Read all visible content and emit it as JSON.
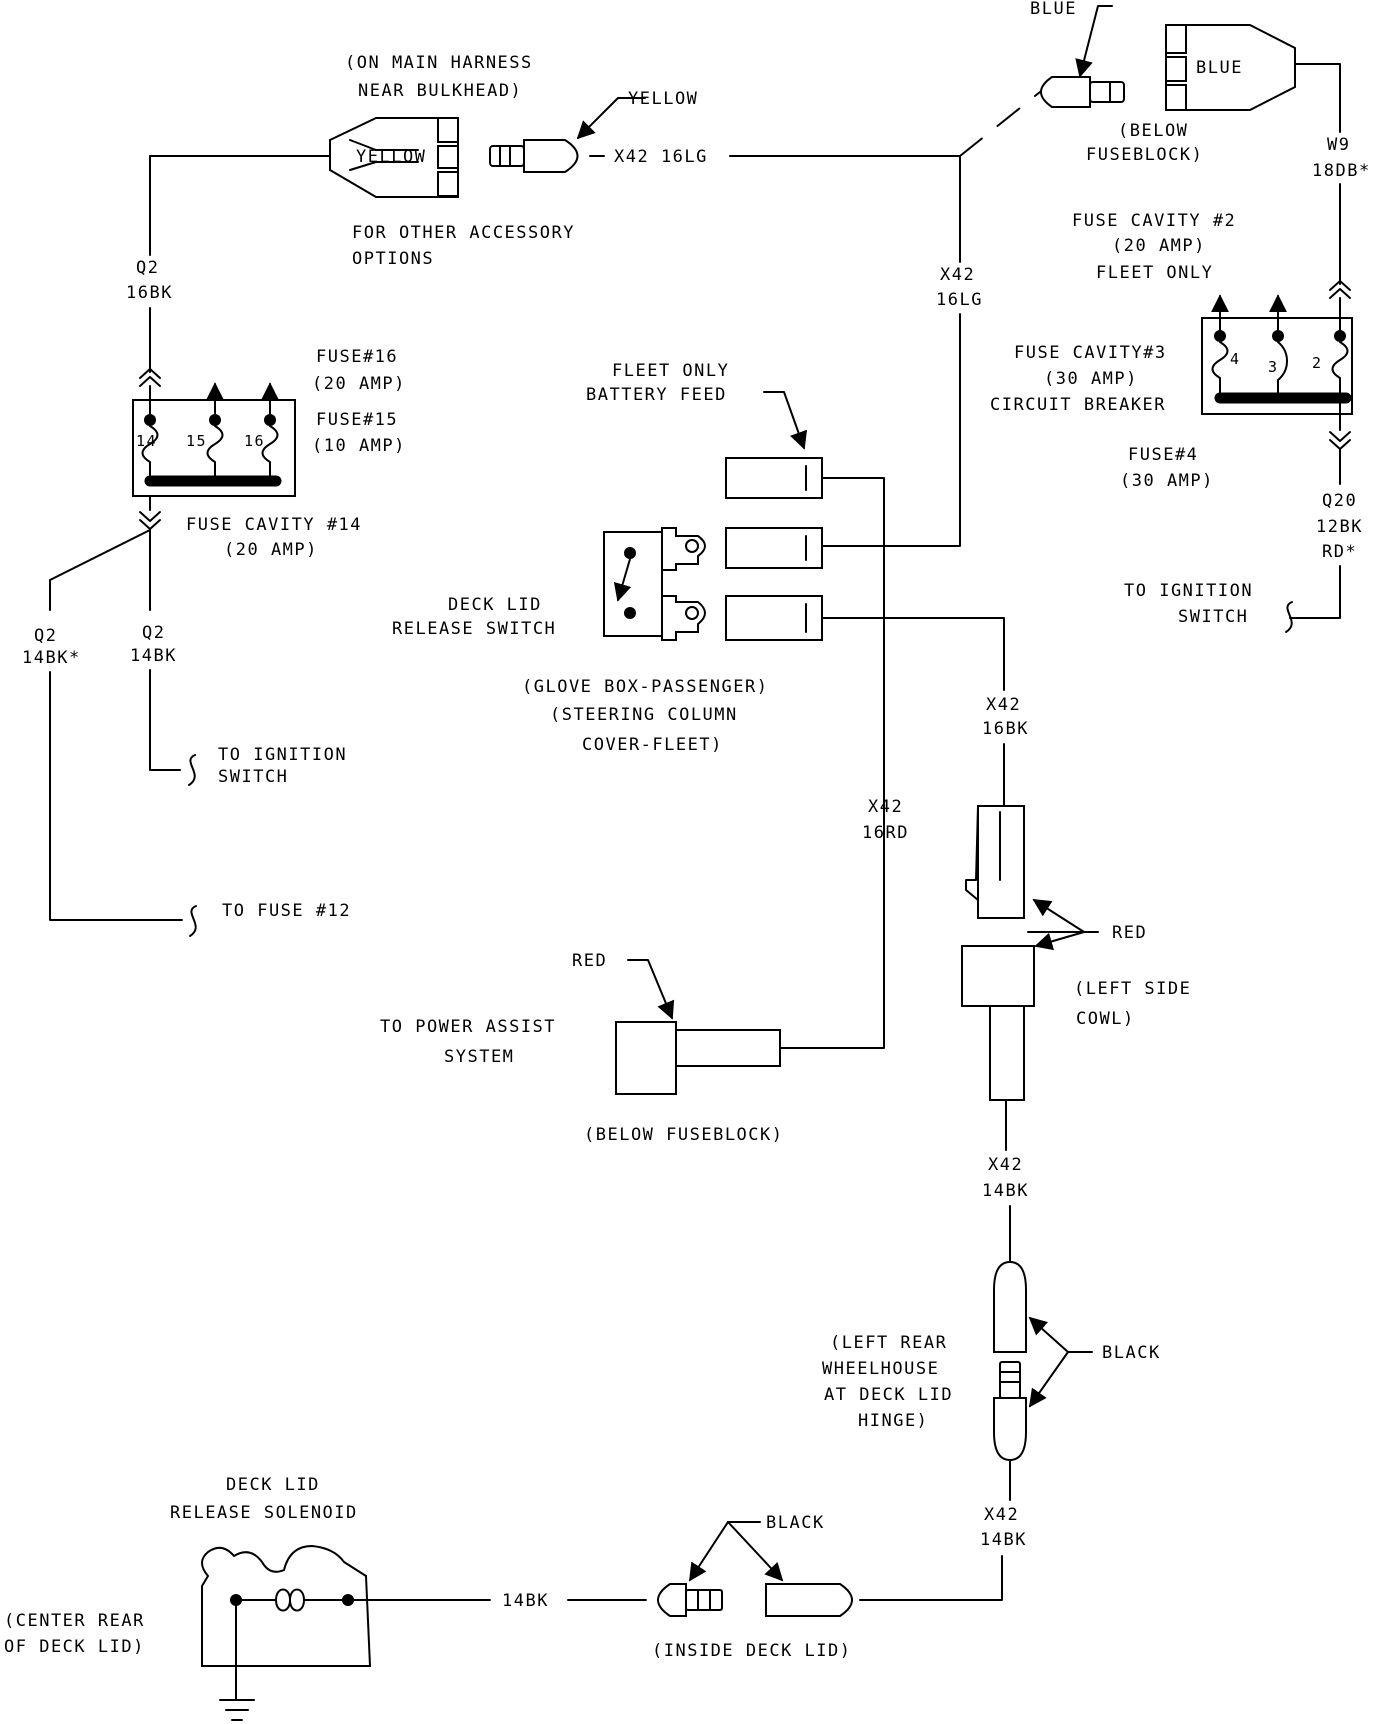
{
  "top_left": {
    "harness_note_1": "(ON MAIN HARNESS",
    "harness_note_2": "NEAR BULKHEAD)",
    "connector_color": "YELLOW",
    "callout_color": "YELLOW",
    "wire_label": "X42 16LG",
    "other_options_1": "FOR OTHER ACCESSORY",
    "other_options_2": "OPTIONS"
  },
  "top_right": {
    "callout_color": "BLUE",
    "connector_color": "BLUE",
    "location_1": "(BELOW",
    "location_2": "FUSEBLOCK)",
    "w9_circuit": "W9",
    "w9_gauge": "18DB*"
  },
  "left_fuse": {
    "q2_top_circuit": "Q2",
    "q2_top_gauge": "16BK",
    "fuse16_name": "FUSE#16",
    "fuse16_rating": "(20 AMP)",
    "fuse15_name": "FUSE#15",
    "fuse15_rating": "(10 AMP)",
    "num_14": "14",
    "num_15": "15",
    "num_16": "16",
    "cavity14_name": "FUSE CAVITY #14",
    "cavity14_rating": "(20 AMP)",
    "q2_star_circuit": "Q2",
    "q2_star_gauge": "14BK*",
    "q2_bottom_circuit": "Q2",
    "q2_bottom_gauge": "14BK",
    "to_ignition_1": "TO IGNITION",
    "to_ignition_2": "SWITCH",
    "to_fuse12": "TO FUSE #12"
  },
  "right_fuse": {
    "cavity2_name": "FUSE CAVITY #2",
    "cavity2_rating": "(20 AMP)",
    "cavity2_note": "FLEET ONLY",
    "cavity3_name": "FUSE CAVITY#3",
    "cavity3_rating": "(30 AMP)",
    "cavity3_type": "CIRCUIT BREAKER",
    "num_4": "4",
    "num_3": "3",
    "num_2": "2",
    "fuse4_name": "FUSE#4",
    "fuse4_rating": "(30 AMP)",
    "q20_circuit": "Q20",
    "q20_gauge": "12BK",
    "q20_tracer": "RD*",
    "to_ignition_1": "TO IGNITION",
    "to_ignition_2": "SWITCH"
  },
  "middle": {
    "x42_lg_circuit": "X42",
    "x42_lg_gauge": "16LG",
    "fleet_1": "FLEET ONLY",
    "fleet_2": "BATTERY FEED",
    "switch_1": "DECK LID",
    "switch_2": "RELEASE SWITCH",
    "switch_loc_1": "(GLOVE BOX-PASSENGER)",
    "switch_loc_2": "(STEERING COLUMN",
    "switch_loc_3": "COVER-FLEET)",
    "x42_rd_circuit": "X42",
    "x42_rd_gauge": "16RD",
    "x42_bk16_circuit": "X42",
    "x42_bk16_gauge": "16BK",
    "red_callout": "RED",
    "power_assist_1": "TO POWER ASSIST",
    "power_assist_2": "SYSTEM",
    "below_fuseblock": "(BELOW FUSEBLOCK)"
  },
  "right_lower": {
    "red_label": "RED",
    "cowl_1": "(LEFT SIDE",
    "cowl_2": "COWL)",
    "x42_bk14a_circuit": "X42",
    "x42_bk14a_gauge": "14BK",
    "wheelhouse_1": "(LEFT REAR",
    "wheelhouse_2": "WHEELHOUSE",
    "wheelhouse_3": "AT DECK LID",
    "wheelhouse_4": "HINGE)",
    "black_label": "BLACK",
    "x42_bk14b_circuit": "X42",
    "x42_bk14b_gauge": "14BK"
  },
  "bottom": {
    "solenoid_1": "DECK LID",
    "solenoid_2": "RELEASE SOLENOID",
    "center_rear_1": "(CENTER REAR",
    "center_rear_2": "OF DECK LID)",
    "wire_14bk": "14BK",
    "black_label": "BLACK",
    "inside_deck_lid": "(INSIDE DECK LID)"
  }
}
